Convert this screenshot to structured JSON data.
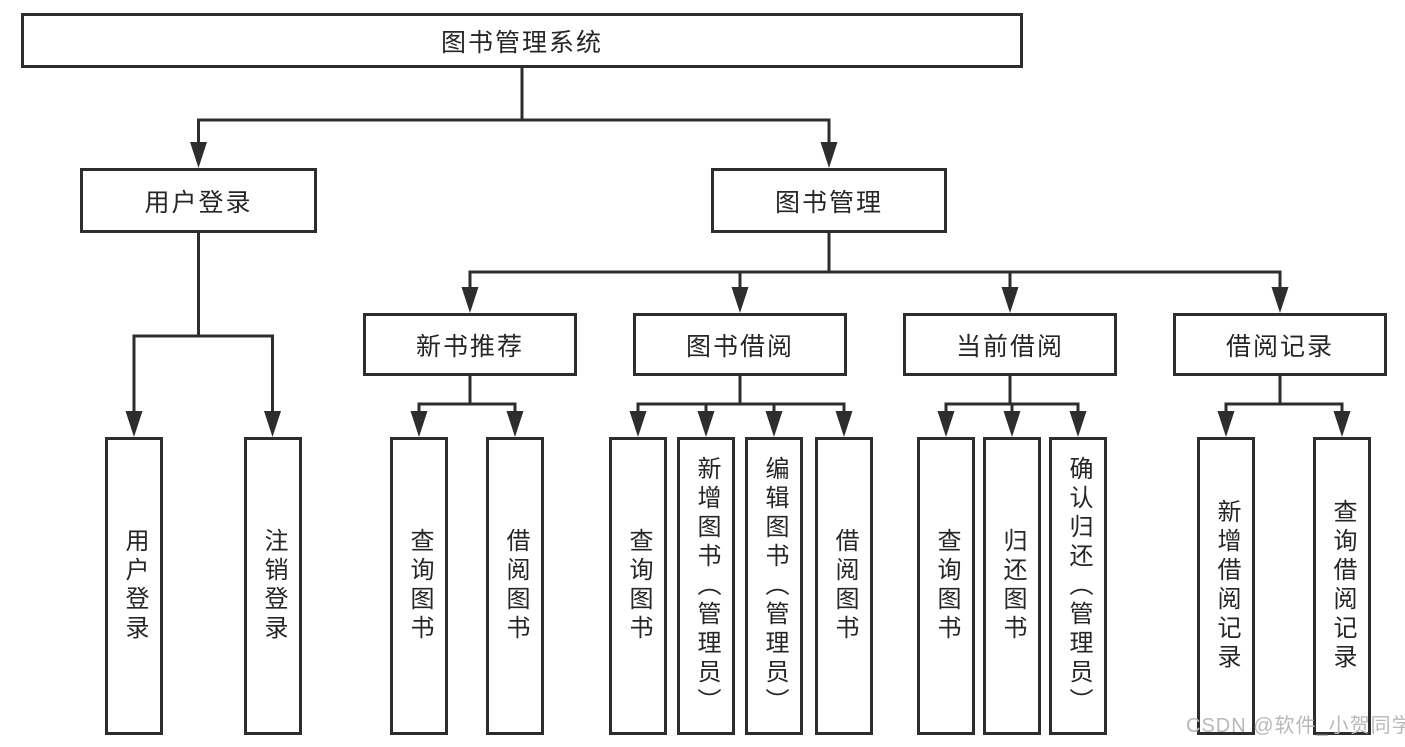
{
  "colors": {
    "line": "#2d2d2d",
    "text": "#262626",
    "watermark": "#b9b9bd",
    "background": "#ffffff"
  },
  "tree": {
    "root": "图书管理系统",
    "branches": [
      {
        "label": "用户登录",
        "children": [
          {
            "label": "用户登录"
          },
          {
            "label": "注销登录"
          }
        ]
      },
      {
        "label": "图书管理",
        "children": [
          {
            "label": "新书推荐",
            "children": [
              {
                "label": "查询图书"
              },
              {
                "label": "借阅图书"
              }
            ]
          },
          {
            "label": "图书借阅",
            "children": [
              {
                "label": "查询图书"
              },
              {
                "label": "新增图书（管理员）"
              },
              {
                "label": "编辑图书（管理员）"
              },
              {
                "label": "借阅图书"
              }
            ]
          },
          {
            "label": "当前借阅",
            "children": [
              {
                "label": "查询图书"
              },
              {
                "label": "归还图书"
              },
              {
                "label": "确认归还（管理员）"
              }
            ]
          },
          {
            "label": "借阅记录",
            "children": [
              {
                "label": "新增借阅记录"
              },
              {
                "label": "查询借阅记录"
              }
            ]
          }
        ]
      }
    ]
  },
  "watermark": "CSDN @软件_小贺同学"
}
